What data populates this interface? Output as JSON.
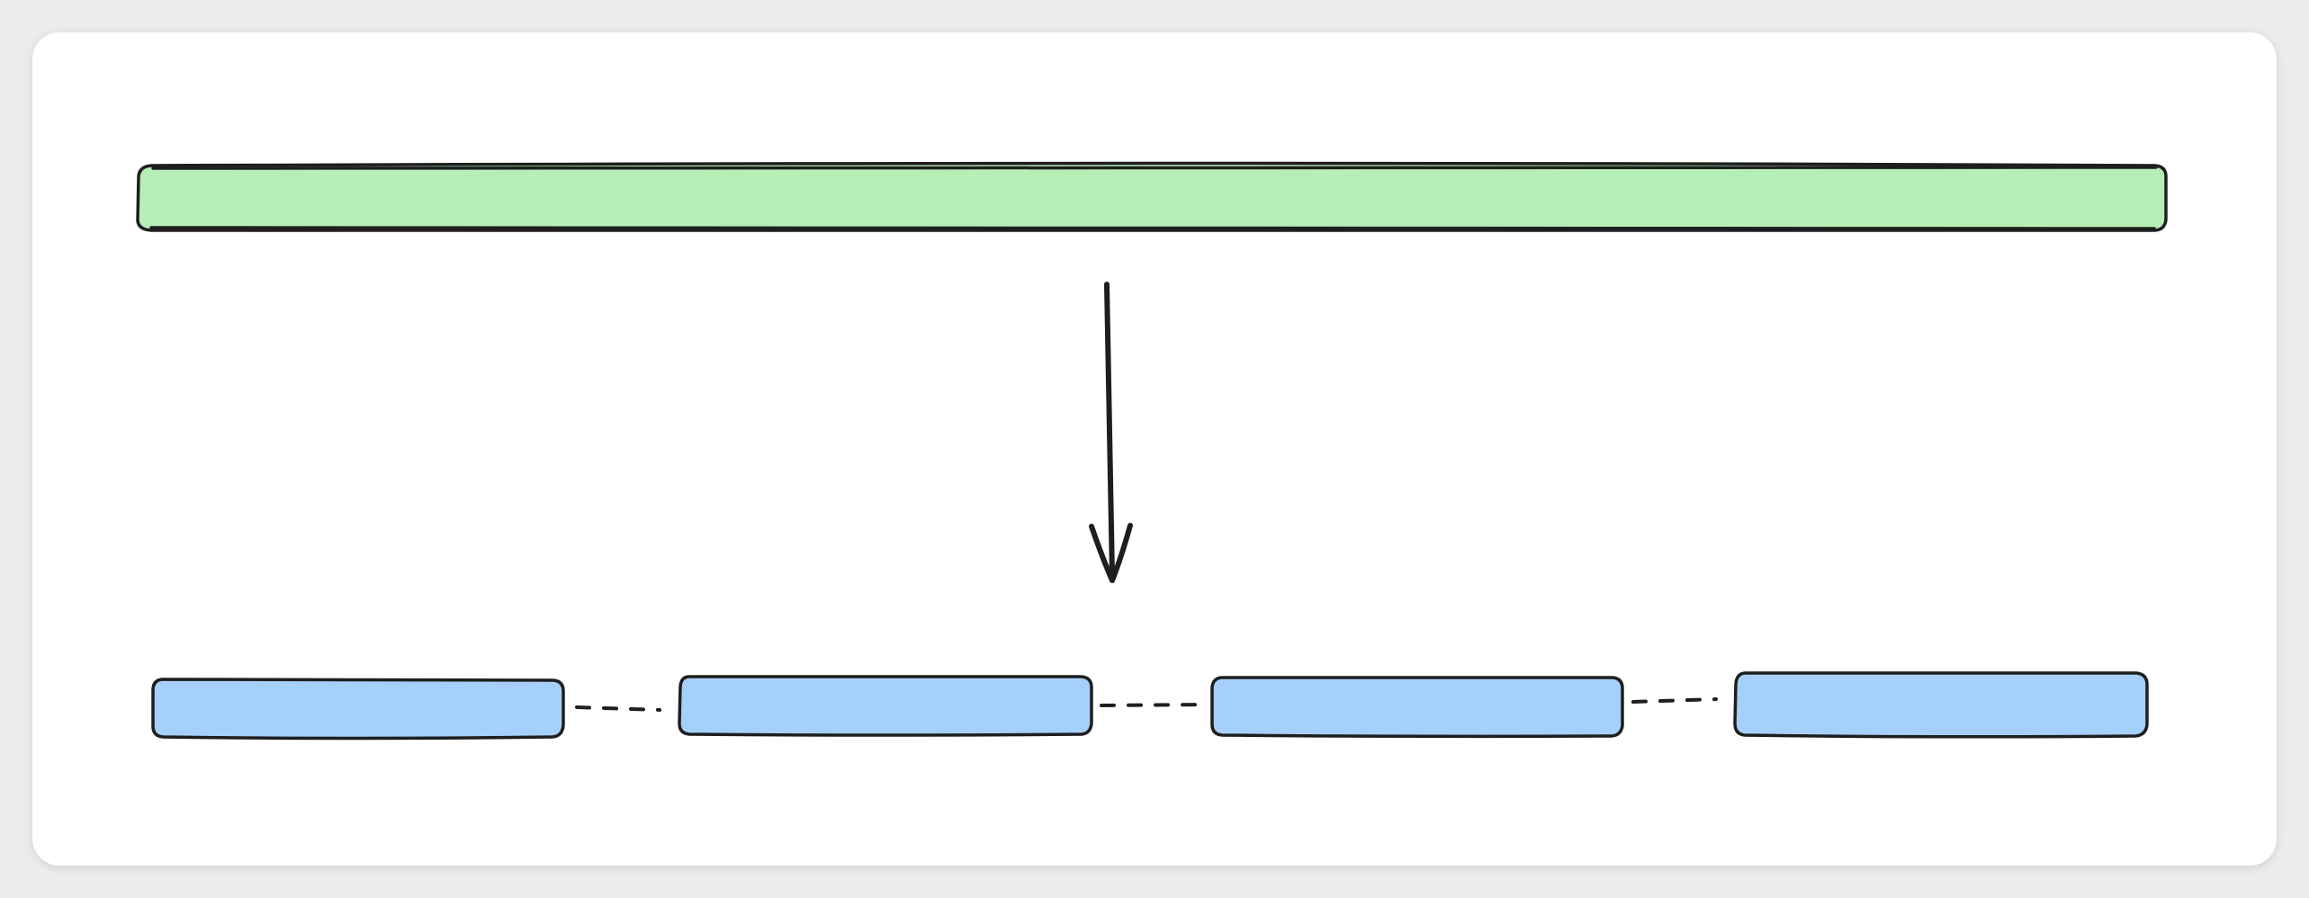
{
  "colors": {
    "source_fill": "#b7edb6",
    "segment_fill": "#a5d0fb",
    "stroke": "#1e1e1e",
    "background": "#ffffff"
  },
  "diagram": {
    "source_bar": {
      "shape": "rounded-rectangle",
      "label": ""
    },
    "arrow": {
      "direction": "down"
    },
    "segments": [
      {
        "shape": "rounded-rectangle",
        "label": ""
      },
      {
        "shape": "rounded-rectangle",
        "label": ""
      },
      {
        "shape": "rounded-rectangle",
        "label": ""
      },
      {
        "shape": "rounded-rectangle",
        "label": ""
      }
    ],
    "connectors": [
      {
        "style": "dashed",
        "from_segment": 1,
        "to_segment": 2
      },
      {
        "style": "dashed",
        "from_segment": 2,
        "to_segment": 3
      },
      {
        "style": "dashed",
        "from_segment": 3,
        "to_segment": 4
      }
    ]
  }
}
